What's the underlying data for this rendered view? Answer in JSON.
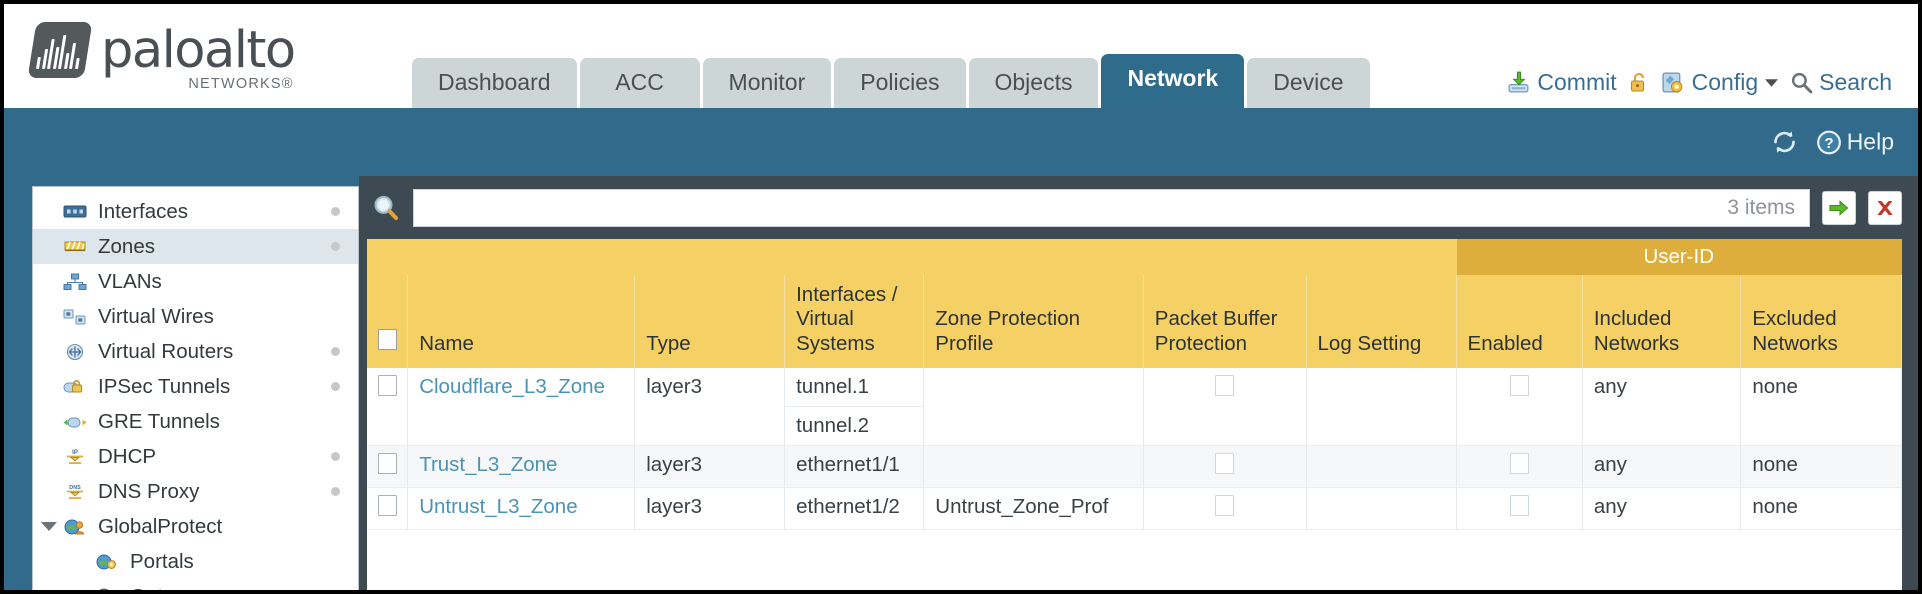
{
  "brand": {
    "name": "paloalto",
    "tagline": "NETWORKS",
    "registered": "®"
  },
  "nav": {
    "tabs": [
      {
        "label": "Dashboard",
        "active": false
      },
      {
        "label": "ACC",
        "active": false
      },
      {
        "label": "Monitor",
        "active": false
      },
      {
        "label": "Policies",
        "active": false
      },
      {
        "label": "Objects",
        "active": false
      },
      {
        "label": "Network",
        "active": true
      },
      {
        "label": "Device",
        "active": false
      }
    ]
  },
  "toolbar": {
    "commit_label": "Commit",
    "commit_icon": "commit-download-icon",
    "lock_icon": "unlocked-padlock-icon",
    "config_label": "Config",
    "config_icon": "config-wrench-gear-icon",
    "config_caret_icon": "chevron-down-icon",
    "search_label": "Search",
    "search_icon": "magnifier-icon"
  },
  "subbar": {
    "refresh_icon": "refresh-icon",
    "help_label": "Help",
    "help_icon": "help-question-icon"
  },
  "sidebar": {
    "items": [
      {
        "label": "Interfaces",
        "icon": "interfaces-icon",
        "dot": true,
        "selected": false,
        "child": false,
        "caret": false
      },
      {
        "label": "Zones",
        "icon": "zones-icon",
        "dot": true,
        "selected": true,
        "child": false,
        "caret": false
      },
      {
        "label": "VLANs",
        "icon": "vlans-icon",
        "dot": false,
        "selected": false,
        "child": false,
        "caret": false
      },
      {
        "label": "Virtual Wires",
        "icon": "virtual-wires-icon",
        "dot": false,
        "selected": false,
        "child": false,
        "caret": false
      },
      {
        "label": "Virtual Routers",
        "icon": "virtual-routers-icon",
        "dot": true,
        "selected": false,
        "child": false,
        "caret": false
      },
      {
        "label": "IPSec Tunnels",
        "icon": "ipsec-tunnels-icon",
        "dot": true,
        "selected": false,
        "child": false,
        "caret": false
      },
      {
        "label": "GRE Tunnels",
        "icon": "gre-tunnels-icon",
        "dot": false,
        "selected": false,
        "child": false,
        "caret": false
      },
      {
        "label": "DHCP",
        "icon": "dhcp-icon",
        "dot": true,
        "selected": false,
        "child": false,
        "caret": false
      },
      {
        "label": "DNS Proxy",
        "icon": "dns-proxy-icon",
        "dot": true,
        "selected": false,
        "child": false,
        "caret": false
      },
      {
        "label": "GlobalProtect",
        "icon": "globalprotect-icon",
        "dot": false,
        "selected": false,
        "child": false,
        "caret": true
      },
      {
        "label": "Portals",
        "icon": "portals-icon",
        "dot": false,
        "selected": false,
        "child": true,
        "caret": false
      },
      {
        "label": "Gateways",
        "icon": "gateways-icon",
        "dot": false,
        "selected": false,
        "child": true,
        "caret": false
      }
    ]
  },
  "search": {
    "value": "",
    "placeholder": "",
    "items_count": "3 items",
    "magnifier_icon": "magnifier-icon",
    "apply_icon": "green-arrow-apply-icon",
    "clear_icon": "red-x-clear-icon"
  },
  "table": {
    "group_header": {
      "label": "User-ID",
      "span": 3
    },
    "columns": [
      {
        "key": "checkbox",
        "label": ""
      },
      {
        "key": "name",
        "label": "Name"
      },
      {
        "key": "type",
        "label": "Type"
      },
      {
        "key": "interfaces",
        "label": "Interfaces / Virtual Systems"
      },
      {
        "key": "zone_protection",
        "label": "Zone Protection Profile"
      },
      {
        "key": "packet_buffer",
        "label": "Packet Buffer Protection"
      },
      {
        "key": "log_setting",
        "label": "Log Setting"
      },
      {
        "key": "enabled",
        "label": "Enabled"
      },
      {
        "key": "included",
        "label": "Included Networks"
      },
      {
        "key": "excluded",
        "label": "Excluded Networks"
      }
    ],
    "rows": [
      {
        "selected": false,
        "name": "Cloudflare_L3_Zone",
        "type": "layer3",
        "interfaces": [
          "tunnel.1",
          "tunnel.2"
        ],
        "zone_protection": "",
        "packet_buffer_checked": false,
        "log_setting": "",
        "enabled_checked": false,
        "included": "any",
        "excluded": "none"
      },
      {
        "selected": false,
        "name": "Trust_L3_Zone",
        "type": "layer3",
        "interfaces": [
          "ethernet1/1"
        ],
        "zone_protection": "",
        "packet_buffer_checked": false,
        "log_setting": "",
        "enabled_checked": false,
        "included": "any",
        "excluded": "none"
      },
      {
        "selected": false,
        "name": "Untrust_L3_Zone",
        "type": "layer3",
        "interfaces": [
          "ethernet1/2"
        ],
        "zone_protection": "Untrust_Zone_Prof",
        "packet_buffer_checked": false,
        "log_setting": "",
        "enabled_checked": false,
        "included": "any",
        "excluded": "none"
      }
    ]
  },
  "colors": {
    "brand_blue": "#316a8a",
    "tab_inactive": "#ccd6d7",
    "tab_active": "#2f6c8c",
    "panel_dark": "#3e4a52",
    "table_header_gold": "#f5d165",
    "group_header_gold": "#ddae3c",
    "link_blue": "#4a93b5",
    "row_alt": "#f5f7f8"
  }
}
